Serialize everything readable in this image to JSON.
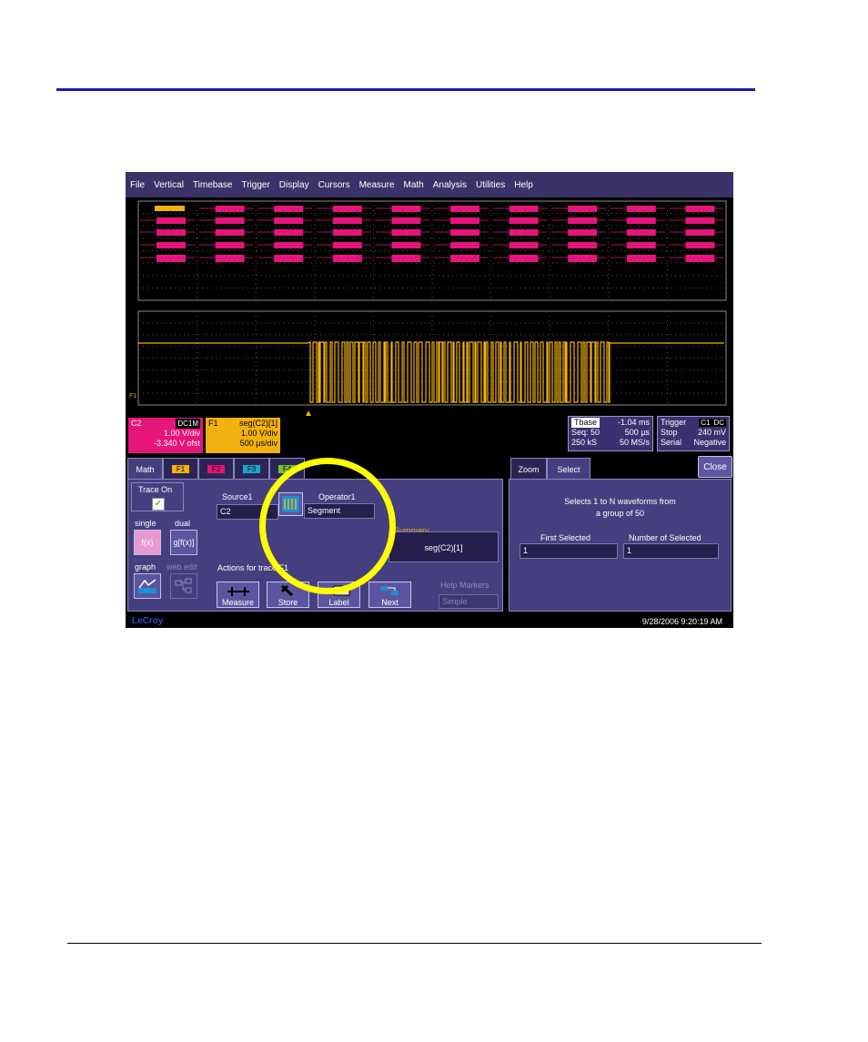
{
  "menu": [
    "File",
    "Vertical",
    "Timebase",
    "Trigger",
    "Display",
    "Cursors",
    "Measure",
    "Math",
    "Analysis",
    "Utilities",
    "Help"
  ],
  "f1_marker": "F1",
  "descriptors": {
    "c2": {
      "name": "C2",
      "coupling": "DC1M",
      "vdiv": "1.00 V/div",
      "offset": "-3.340 V ofst"
    },
    "f1": {
      "name": "F1",
      "func": "seg(C2)[1]",
      "vdiv": "1.00 V/div",
      "tdiv": "500 µs/div"
    },
    "tbase": {
      "label": "Tbase",
      "value": "-1.04 ms",
      "seq": "Seq: 50",
      "seq_time": "500 µs",
      "samples": "250 kS",
      "rate": "50 MS/s"
    },
    "trigger": {
      "label": "Trigger",
      "ch": "C1",
      "coupling": "DC",
      "mode": "Stop",
      "level": "240 mV",
      "type": "Serial",
      "slope": "Negative"
    }
  },
  "left_tabs": {
    "math": "Math",
    "f1": "F1",
    "f2": "F2",
    "f3": "F3",
    "f4": "F4"
  },
  "trace_on": "Trace On",
  "func_modes": {
    "single": "single",
    "dual": "dual",
    "single_btn": "f(x)",
    "dual_btn": "g[f(x)]",
    "graph": "graph",
    "web_edit": "web edit"
  },
  "source1": {
    "label": "Source1",
    "value": "C2"
  },
  "operator1": {
    "label": "Operator1",
    "value": "Segment"
  },
  "summary": {
    "label": "Summary",
    "value": "seg(C2)[1]"
  },
  "actions_label": "Actions for trace F1",
  "actions": [
    "Measure",
    "Store",
    "Label",
    "Next"
  ],
  "help_markers": {
    "label": "Help Markers",
    "value": "Simple"
  },
  "right_tabs": {
    "zoom": "Zoom",
    "select": "Select"
  },
  "close": "Close",
  "select_panel": {
    "desc_line1": "Selects 1 to N waveforms from",
    "desc_line2": "a group of 50",
    "first_label": "First Selected",
    "first_value": "1",
    "number_label": "Number of Selected",
    "number_value": "1"
  },
  "brand": "LeCroy",
  "timestamp": "9/28/2006 9:20:19 AM",
  "colors": {
    "c2": "#e6157a",
    "f1": "#f1b10f",
    "menu_bg": "#3a3367",
    "panel": "#463f7f",
    "highlight": "#ffff00",
    "rule": "#1a1ab0"
  }
}
